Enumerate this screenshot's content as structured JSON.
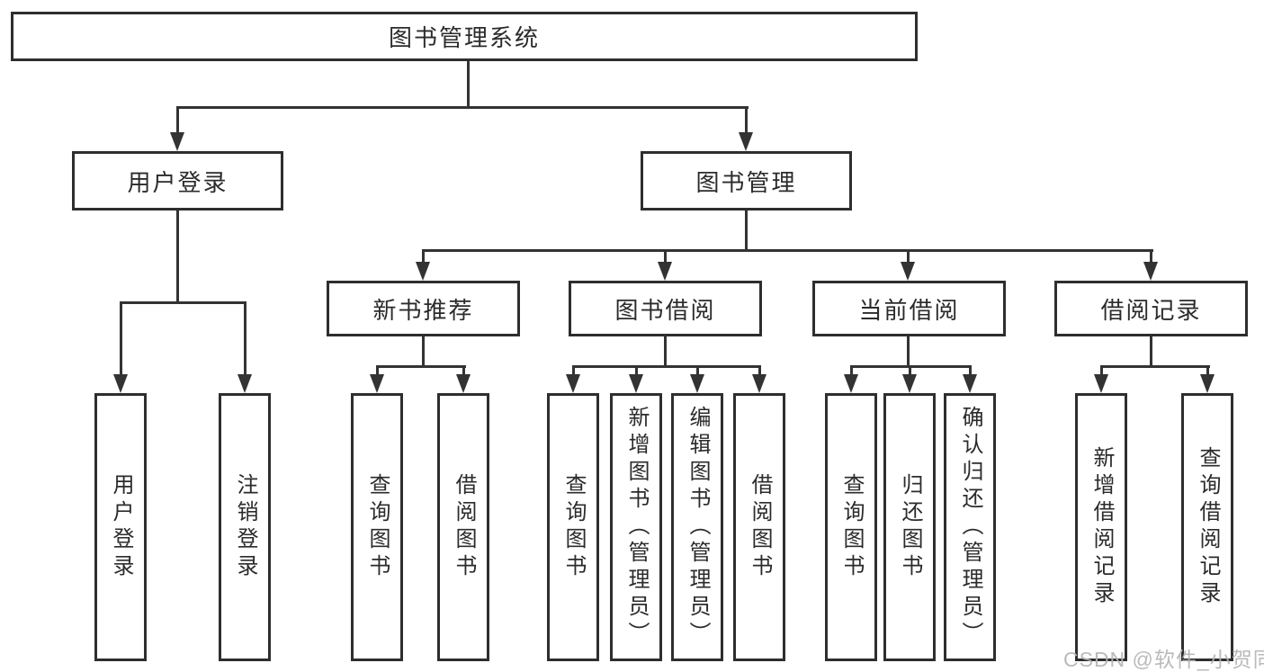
{
  "tree": {
    "label": "图书管理系统",
    "children": [
      {
        "label": "用户登录",
        "children": [
          {
            "label": "用户登录"
          },
          {
            "label": "注销登录"
          }
        ]
      },
      {
        "label": "图书管理",
        "children": [
          {
            "label": "新书推荐",
            "children": [
              {
                "label": "查询图书"
              },
              {
                "label": "借阅图书"
              }
            ]
          },
          {
            "label": "图书借阅",
            "children": [
              {
                "label": "查询图书"
              },
              {
                "label": "新增图书（管理员）"
              },
              {
                "label": "编辑图书（管理员）"
              },
              {
                "label": "借阅图书"
              }
            ]
          },
          {
            "label": "当前借阅",
            "children": [
              {
                "label": "查询图书"
              },
              {
                "label": "归还图书"
              },
              {
                "label": "确认归还（管理员）"
              }
            ]
          },
          {
            "label": "借阅记录",
            "children": [
              {
                "label": "新增借阅记录"
              },
              {
                "label": "查询借阅记录"
              }
            ]
          }
        ]
      }
    ]
  },
  "watermark": {
    "text": "CSDN @软件_小贺同学"
  },
  "colors": {
    "line": "#333333",
    "box_border": "#2e2e2e",
    "text": "#2b2b2b",
    "watermark": "#b3b3b3",
    "background": "#ffffff"
  }
}
